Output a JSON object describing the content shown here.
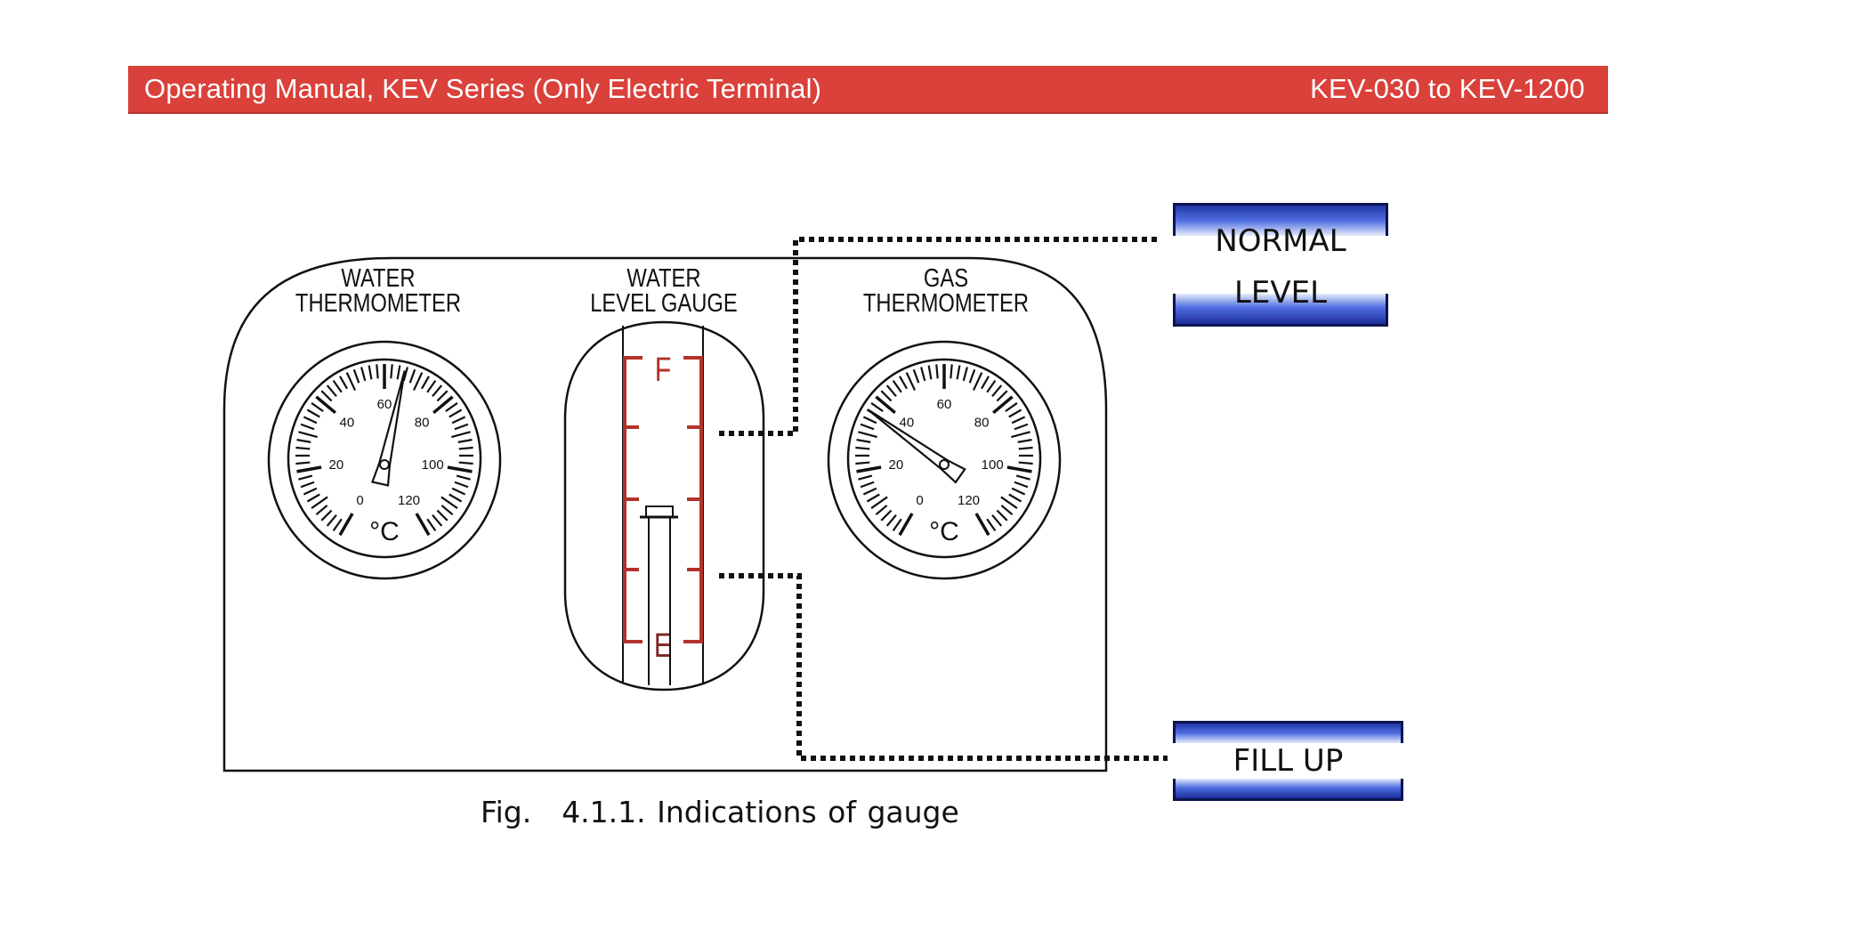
{
  "header": {
    "left_title": "Operating Manual, KEV Series (Only Electric Terminal)",
    "right_title": "KEV-030 to KEV-1200",
    "color": "#d9413a"
  },
  "panel": {
    "water_thermometer": {
      "title_line1": "WATER",
      "title_line2": "THERMOMETER",
      "unit": "°C",
      "scale_labels": [
        "0",
        "20",
        "40",
        "60",
        "80",
        "100",
        "120"
      ],
      "scale_min": 0,
      "scale_max": 120,
      "needle_value": 65
    },
    "water_level_gauge": {
      "title_line1": "WATER",
      "title_line2": "LEVEL GAUGE",
      "full_mark": "F",
      "empty_mark": "E",
      "mark_color": "#b3322b"
    },
    "gas_thermometer": {
      "title_line1": "GAS",
      "title_line2": "THERMOMETER",
      "unit": "°C",
      "scale_labels": [
        "0",
        "20",
        "40",
        "60",
        "80",
        "100",
        "120"
      ],
      "scale_min": 0,
      "scale_max": 120,
      "needle_value": 38
    }
  },
  "callouts": {
    "normal_line1": "NORMAL",
    "normal_line2": "LEVEL",
    "fill_up": "FILL UP",
    "stripe_color": "#3550c8"
  },
  "caption": {
    "prefix": "Fig.",
    "text": "4.1.1. Indications of gauge"
  }
}
